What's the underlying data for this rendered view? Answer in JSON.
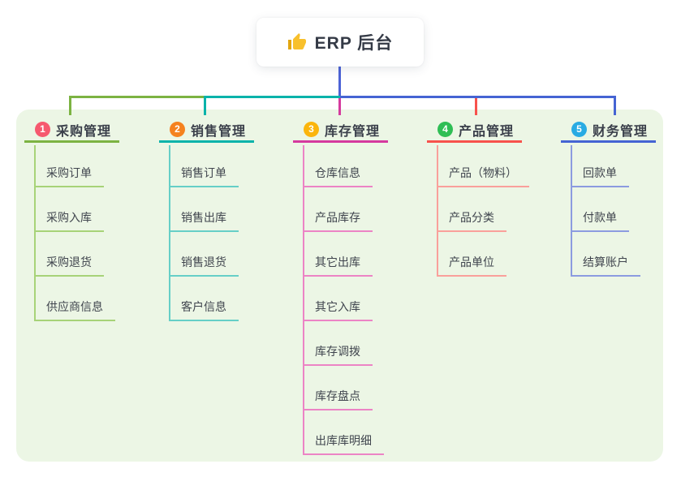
{
  "root": {
    "label": "ERP 后台",
    "icon": "thumbs-up",
    "icon_color": "#f8c02c"
  },
  "connector": {
    "root_color": "#4c63d6"
  },
  "panel_color": "#ecf6e5",
  "branches": [
    {
      "num": "1",
      "title": "采购管理",
      "color": "#7cb342",
      "light": "#a7d378",
      "badge": "#f6596f",
      "children": [
        "采购订单",
        "采购入库",
        "采购退货",
        "供应商信息"
      ]
    },
    {
      "num": "2",
      "title": "销售管理",
      "color": "#08b3aa",
      "light": "#66cfc7",
      "badge": "#f5821f",
      "children": [
        "销售订单",
        "销售出库",
        "销售退货",
        "客户信息"
      ]
    },
    {
      "num": "3",
      "title": "库存管理",
      "color": "#d53a9e",
      "light": "#ec84c5",
      "badge": "#fbb50c",
      "children": [
        "仓库信息",
        "产品库存",
        "其它出库",
        "其它入库",
        "库存调拨",
        "库存盘点",
        "出库库明细"
      ]
    },
    {
      "num": "4",
      "title": "产品管理",
      "color": "#f7524c",
      "light": "#faa09b",
      "badge": "#2fbe55",
      "children": [
        "产品（物料）",
        "产品分类",
        "产品单位"
      ]
    },
    {
      "num": "5",
      "title": "财务管理",
      "color": "#4564d3",
      "light": "#8c9be0",
      "badge": "#29abe3",
      "children": [
        "回款单",
        "付款单",
        "结算账户"
      ]
    }
  ]
}
